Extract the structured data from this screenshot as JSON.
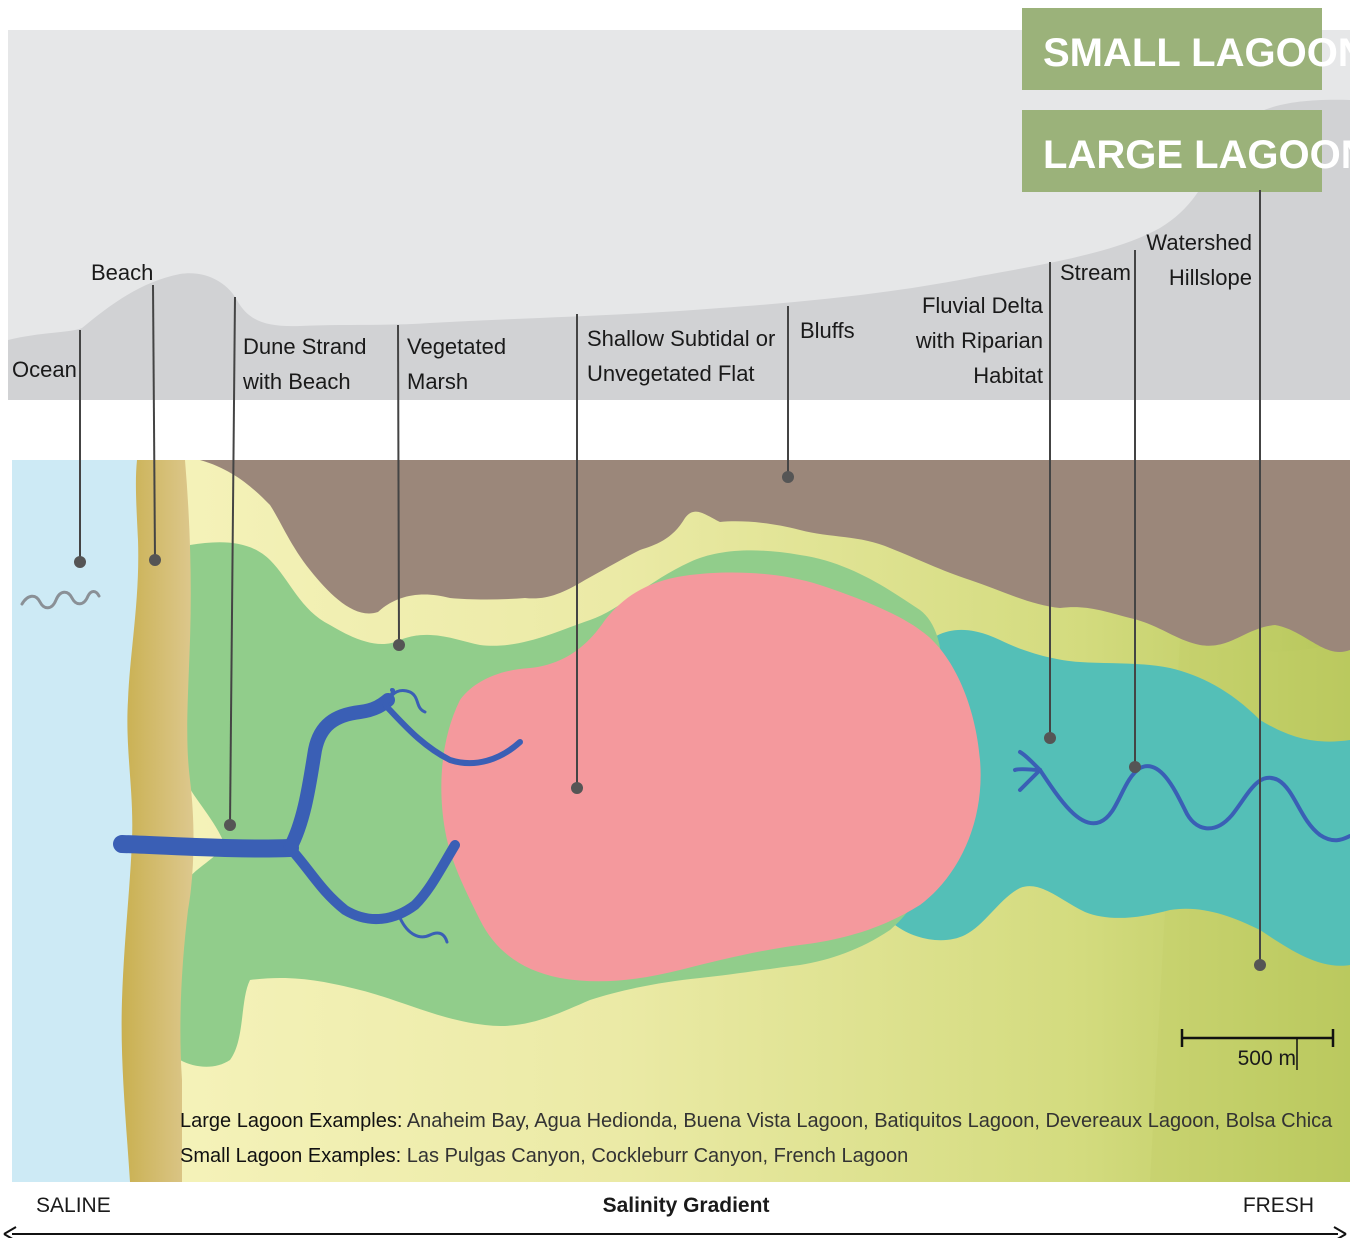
{
  "titles": {
    "small": "SMALL LAGOON",
    "large": "LARGE LAGOON"
  },
  "labels": {
    "ocean": "Ocean",
    "beach": "Beach",
    "dune_line1": "Dune Strand",
    "dune_line2": "with Beach",
    "marsh_line1": "Vegetated",
    "marsh_line2": "Marsh",
    "subtidal_line1": "Shallow Subtidal or",
    "subtidal_line2": "Unvegetated Flat",
    "bluffs": "Bluffs",
    "delta_line1": "Fluvial Delta",
    "delta_line2": "with Riparian",
    "delta_line3": "Habitat",
    "stream": "Stream",
    "watershed_line1": "Watershed",
    "watershed_line2": "Hillslope"
  },
  "scale_bar": {
    "label": "500 m"
  },
  "examples": {
    "large_label": "Large Lagoon Examples:",
    "large_list": " Anaheim Bay, Agua Hedionda, Buena Vista Lagoon, Batiquitos Lagoon, Devereaux Lagoon, Bolsa Chica",
    "small_label": "Small Lagoon Examples:",
    "small_list": " Las Pulgas Canyon, Cockleburr Canyon, French Lagoon"
  },
  "gradient": {
    "left": "SALINE",
    "center": "Salinity Gradient",
    "right": "FRESH"
  },
  "colors": {
    "title_box": "#9bb27a",
    "profile_dark": "#d2d3d5",
    "profile_light": "#e6e7e8",
    "ocean": "#cdeaf5",
    "beach": "#c8b058",
    "upland_start": "#f7f4be",
    "upland_end": "#b9c85a",
    "bluffs": "#9b867a",
    "marsh": "#90cd8b",
    "subtidal": "#f4999d",
    "delta": "#55bfb8",
    "stream": "#3a5fb5"
  }
}
